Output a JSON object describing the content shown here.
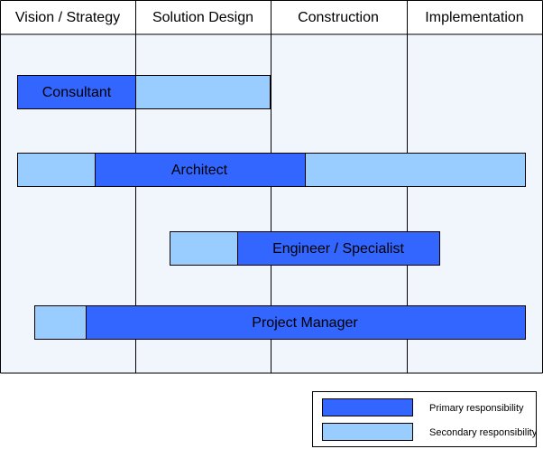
{
  "phases": [
    {
      "label": "Vision / Strategy"
    },
    {
      "label": "Solution Design"
    },
    {
      "label": "Construction"
    },
    {
      "label": "Implementation"
    }
  ],
  "roles": [
    {
      "label": "Consultant"
    },
    {
      "label": "Architect"
    },
    {
      "label": "Engineer / Specialist"
    },
    {
      "label": "Project Manager"
    }
  ],
  "legend": {
    "primary_label": "Primary responsibility",
    "secondary_label": "Secondary responsibility"
  },
  "colors": {
    "primary": "#3366ff",
    "secondary": "#99ccff",
    "grid_background": "#f1f5fc",
    "header_background": "#ffffff",
    "line": "#000000"
  }
}
